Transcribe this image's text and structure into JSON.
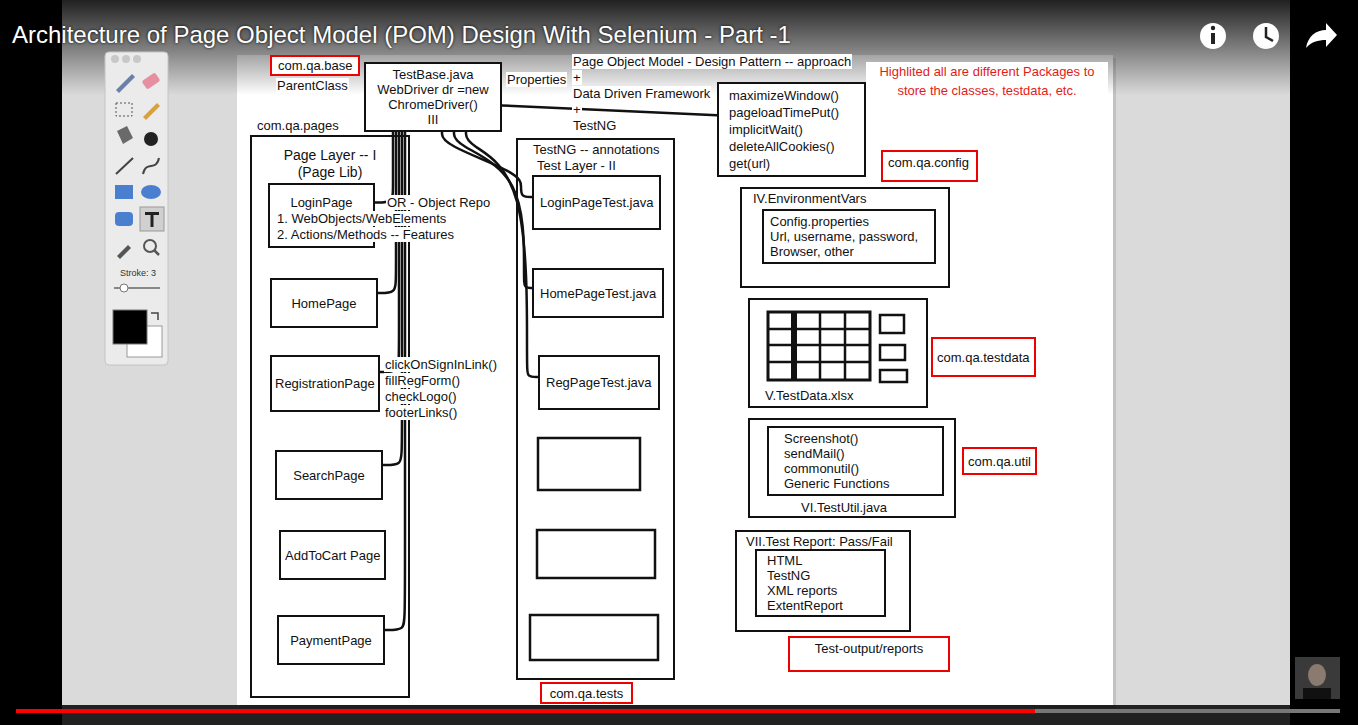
{
  "diagram": {
    "title": "Architecture of Page Object Model (POM) Design With Selenium - Part -1",
    "nodes": [
      {
        "text": [
          "com.qa.base"
        ]
      },
      {
        "text": [
          "TestBase.java",
          "WebDriver dr =new ChromeDriver()",
          "III"
        ]
      },
      {
        "text": [
          "Page Layer -- I (Page Lib)"
        ]
      },
      {
        "text": [
          "LoginPage"
        ],
        "in": 2
      },
      {
        "text": [
          "HomePage"
        ],
        "in": 2
      },
      {
        "text": [
          "RegistrationPage"
        ],
        "in": 2
      },
      {
        "text": [
          "SearchPage"
        ],
        "in": 2
      },
      {
        "text": [
          "AddToCart Page"
        ],
        "in": 2
      },
      {
        "text": [
          "PaymentPage"
        ],
        "in": 2
      },
      {
        "text": [
          "TestNG -- annotations",
          "Test Layer - II"
        ]
      },
      {
        "text": [
          "LoginPageTest.java"
        ],
        "in": 9
      },
      {
        "text": [
          "HomePageTest.java"
        ],
        "in": 9
      },
      {
        "text": [
          "RegPageTest.java"
        ],
        "in": 9
      },
      {
        "text": [
          "com.qa.tests"
        ]
      },
      {
        "text": [
          "maximizeWindow()",
          "pageloadTimePut()",
          "implicitWait()",
          "deleteAllCookies()",
          "get(url)"
        ]
      },
      {
        "text": [
          "com.qa.config"
        ]
      },
      {
        "text": [
          "IV.EnvironmentVars"
        ]
      },
      {
        "text": [
          "Config.properties",
          "Url, username, password, Browser, other"
        ],
        "in": 16
      },
      {
        "text": [
          "V.TestData.xlsx"
        ]
      },
      {
        "text": [
          "com.qa.testdata"
        ]
      },
      {
        "text": [
          "VI.TestUtil.java"
        ]
      },
      {
        "text": [
          "Screenshot()",
          "sendMail()",
          "commonutil()",
          "Generic Functions"
        ],
        "in": 20
      },
      {
        "text": [
          "com.qa.util"
        ]
      },
      {
        "text": [
          "VII.Test Report: Pass/Fail"
        ]
      },
      {
        "text": [
          "HTML",
          "TestNG",
          "XML reports",
          "ExtentReport"
        ],
        "in": 23
      },
      {
        "text": [
          "Test-output/reports"
        ]
      }
    ],
    "edges": [
      {
        "from": 1,
        "to": 3,
        "arrow": "none"
      },
      {
        "from": 1,
        "to": 4,
        "arrow": "none"
      },
      {
        "from": 1,
        "to": 5,
        "arrow": "none"
      },
      {
        "from": 1,
        "to": 6,
        "arrow": "none"
      },
      {
        "from": 1,
        "to": 8,
        "arrow": "none"
      },
      {
        "from": 1,
        "to": 10,
        "arrow": "none"
      },
      {
        "from": 1,
        "to": 11,
        "arrow": "none"
      },
      {
        "from": 1,
        "to": 12,
        "arrow": "none"
      },
      {
        "from": 1,
        "to": 14,
        "arrow": "none"
      }
    ],
    "labels": [
      "ParentClass",
      "Properties",
      "Page Object Model - Design Pattern -- approach",
      "+",
      "Data Driven Framework",
      "+",
      "TestNG",
      "Highlited all are different Packages to store the classes, testdata, etc.",
      "com.qa.pages",
      "OR - Object Repo",
      "1. WebObjects/WebElements",
      "2. Actions/Methods -- Features",
      "clickOnSignInLink()",
      "fillRegForm()",
      "checkLogo()",
      "footerLinks()",
      "Stroke: 3"
    ]
  }
}
